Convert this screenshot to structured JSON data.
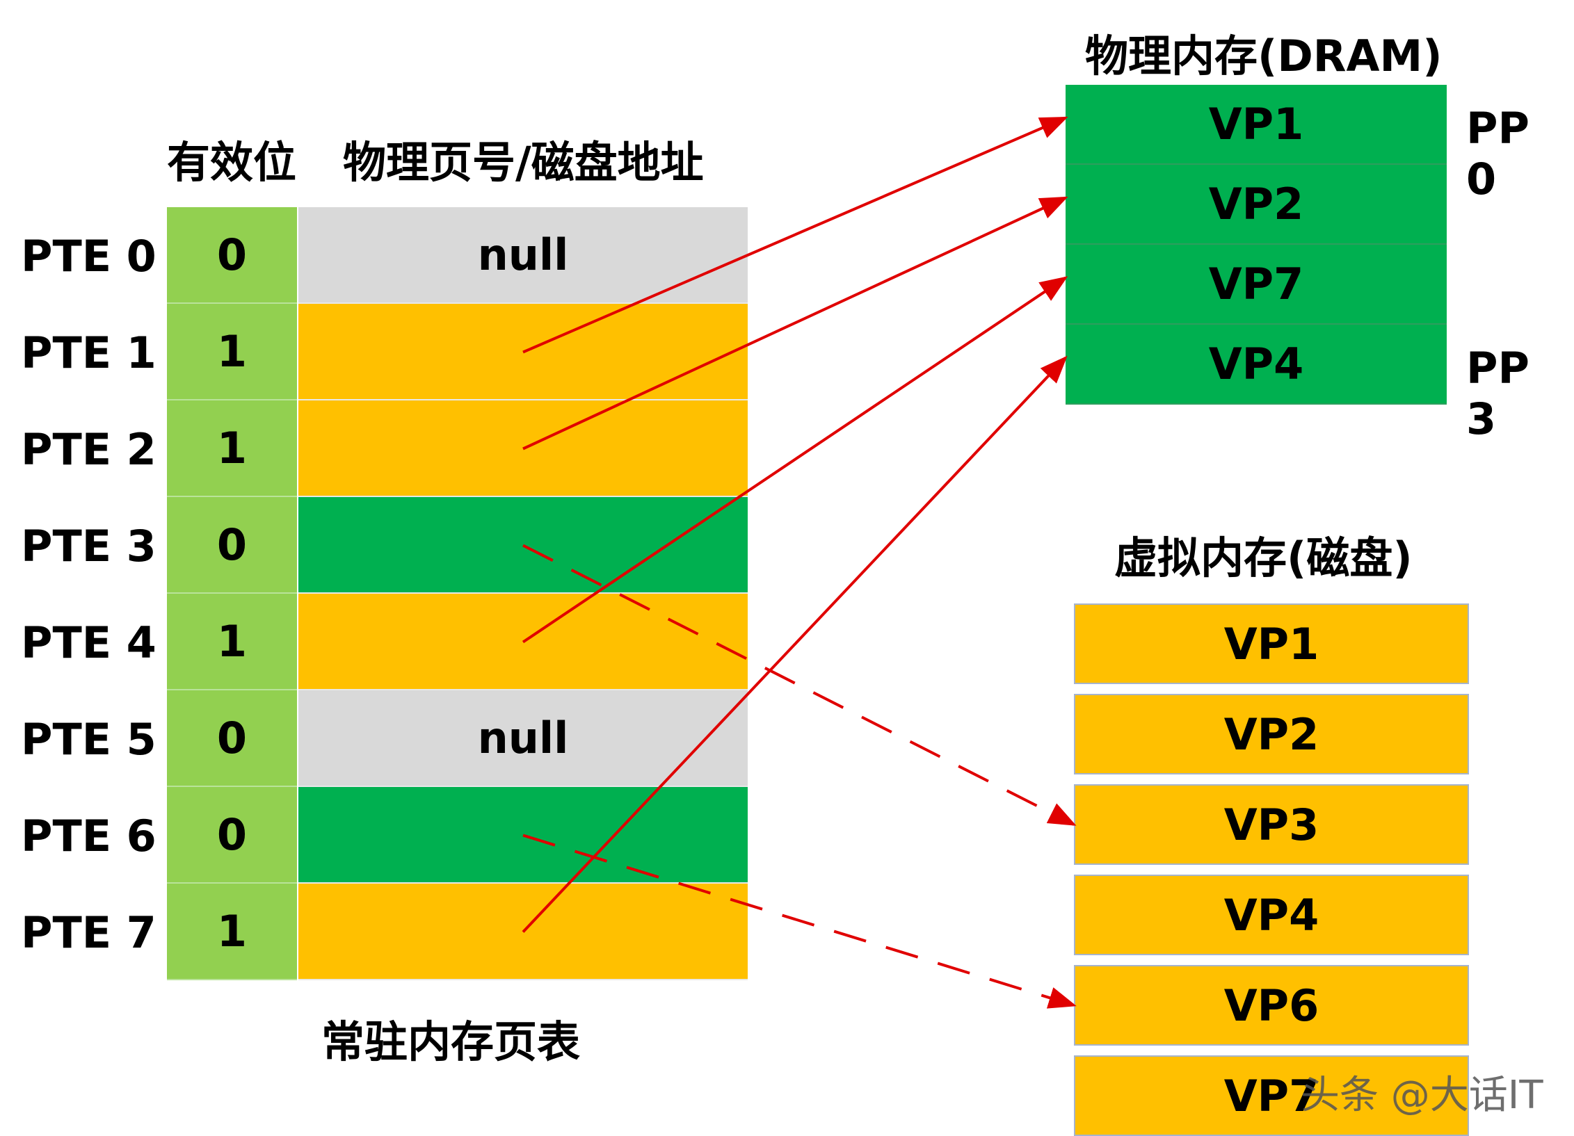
{
  "page_table": {
    "valid_header": "有效位",
    "address_header": "物理页号/磁盘地址",
    "caption": "常驻内存页表",
    "rows": [
      {
        "label": "PTE 0",
        "valid": "0",
        "address": "null",
        "kind": "null"
      },
      {
        "label": "PTE 1",
        "valid": "1",
        "address": "",
        "kind": "resident"
      },
      {
        "label": "PTE 2",
        "valid": "1",
        "address": "",
        "kind": "resident"
      },
      {
        "label": "PTE 3",
        "valid": "0",
        "address": "",
        "kind": "disk"
      },
      {
        "label": "PTE 4",
        "valid": "1",
        "address": "",
        "kind": "resident"
      },
      {
        "label": "PTE 5",
        "valid": "0",
        "address": "null",
        "kind": "null"
      },
      {
        "label": "PTE 6",
        "valid": "0",
        "address": "",
        "kind": "disk"
      },
      {
        "label": "PTE 7",
        "valid": "1",
        "address": "",
        "kind": "resident"
      }
    ]
  },
  "physical_memory": {
    "title": "物理内存(DRAM)",
    "pages": [
      "VP1",
      "VP2",
      "VP7",
      "VP4"
    ],
    "pp_labels": [
      {
        "text": "PP 0",
        "slot": 0
      },
      {
        "text": "PP 3",
        "slot": 3
      }
    ]
  },
  "virtual_memory": {
    "title": "虚拟内存(磁盘)",
    "pages": [
      "VP1",
      "VP2",
      "VP3",
      "VP4",
      "VP6",
      "VP7"
    ]
  },
  "mappings": [
    {
      "from_pte": 1,
      "to": "dram",
      "slot": 0,
      "style": "solid"
    },
    {
      "from_pte": 2,
      "to": "dram",
      "slot": 1,
      "style": "solid"
    },
    {
      "from_pte": 4,
      "to": "dram",
      "slot": 2,
      "style": "solid"
    },
    {
      "from_pte": 7,
      "to": "dram",
      "slot": 3,
      "style": "solid"
    },
    {
      "from_pte": 3,
      "to": "disk",
      "slot": 2,
      "style": "dashed"
    },
    {
      "from_pte": 6,
      "to": "disk",
      "slot": 4,
      "style": "dashed"
    }
  ],
  "colors": {
    "valid_bit": "#92d050",
    "resident": "#ffc000",
    "on_disk": "#00b050",
    "null": "#d9d9d9",
    "dram": "#00b050",
    "disk_page": "#ffc000",
    "arrow": "#e00000"
  },
  "watermark": "头条 @大话IT"
}
